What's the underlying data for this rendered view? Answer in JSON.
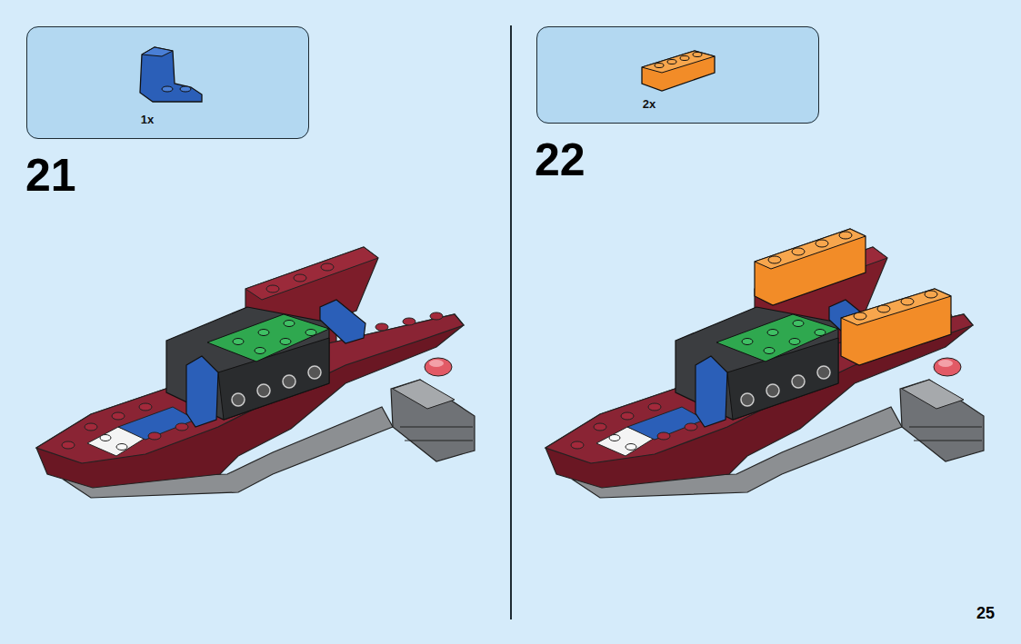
{
  "diagram": {
    "nodes": [
      {
        "text": [
          "1x"
        ]
      },
      {
        "text": [
          "2x"
        ]
      }
    ],
    "labels": [
      "21",
      "22",
      "25"
    ]
  }
}
